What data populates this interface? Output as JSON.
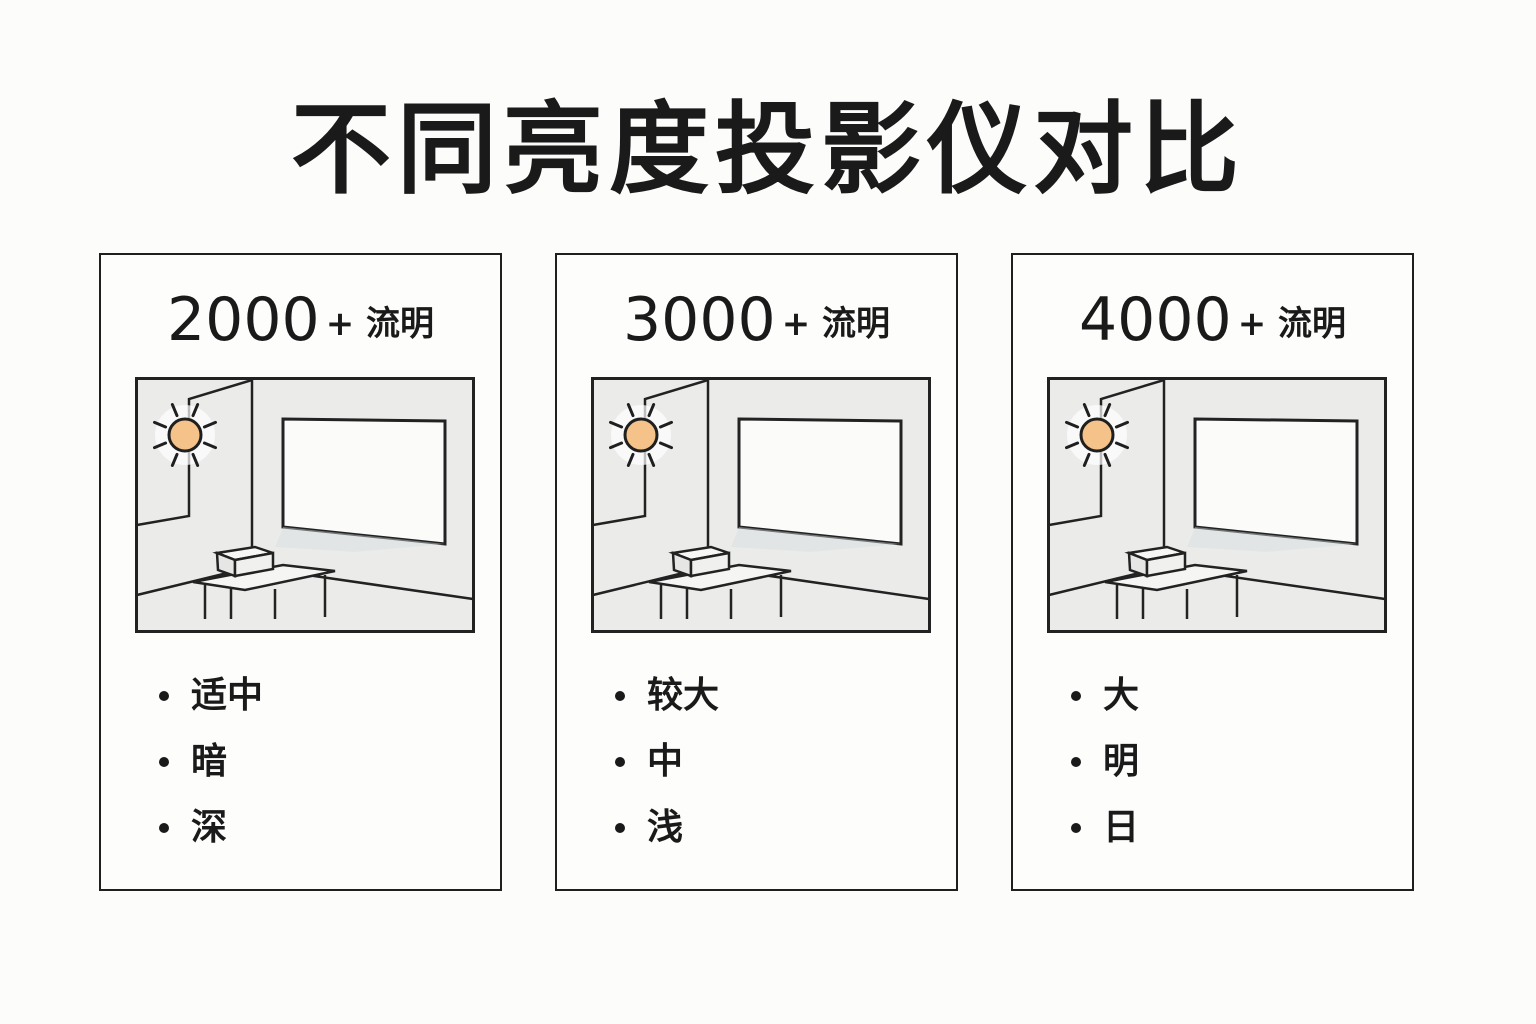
{
  "title": "不同亮度投影仪对比",
  "colors": {
    "sun": "#f5c38a",
    "sun_stroke": "#1f1f1f",
    "wall": "#ebecea",
    "screen": "#fbfbfa",
    "line": "#222222"
  },
  "cards": [
    {
      "lumens": "2000",
      "unit": "+ 流明",
      "bullets": [
        "适中",
        "暗",
        "深"
      ]
    },
    {
      "lumens": "3000",
      "unit": "+ 流明",
      "bullets": [
        "较大",
        "中",
        "浅"
      ]
    },
    {
      "lumens": "4000",
      "unit": "+ 流明",
      "bullets": [
        "大",
        "明",
        "日"
      ]
    }
  ]
}
